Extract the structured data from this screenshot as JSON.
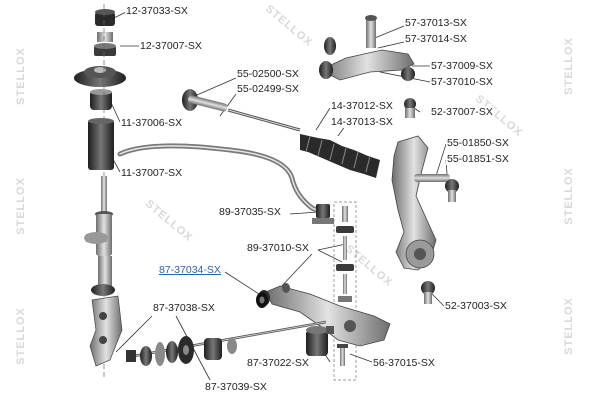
{
  "diagram": {
    "watermark": "STELLOX",
    "highlight_color": "#2b5fb3",
    "labels": {
      "p_12_37033": "12-37033-SX",
      "p_12_37007": "12-37007-SX",
      "p_11_37006": "11-37006-SX",
      "p_11_37007": "11-37007-SX",
      "p_55_02500": "55-02500-SX",
      "p_55_02499": "55-02499-SX",
      "p_57_37013": "57-37013-SX",
      "p_57_37014": "57-37014-SX",
      "p_57_37009": "57-37009-SX",
      "p_57_37010": "57-37010-SX",
      "p_14_37012": "14-37012-SX",
      "p_14_37013": "14-37013-SX",
      "p_52_37007": "52-37007-SX",
      "p_55_01850": "55-01850-SX",
      "p_55_01851": "55-01851-SX",
      "p_89_37035": "89-37035-SX",
      "p_89_37010": "89-37010-SX",
      "p_87_37034": "87-37034-SX",
      "p_87_37038": "87-37038-SX",
      "p_87_37022": "87-37022-SX",
      "p_87_37039": "87-37039-SX",
      "p_52_37003": "52-37003-SX",
      "p_56_37015": "56-37015-SX"
    }
  }
}
